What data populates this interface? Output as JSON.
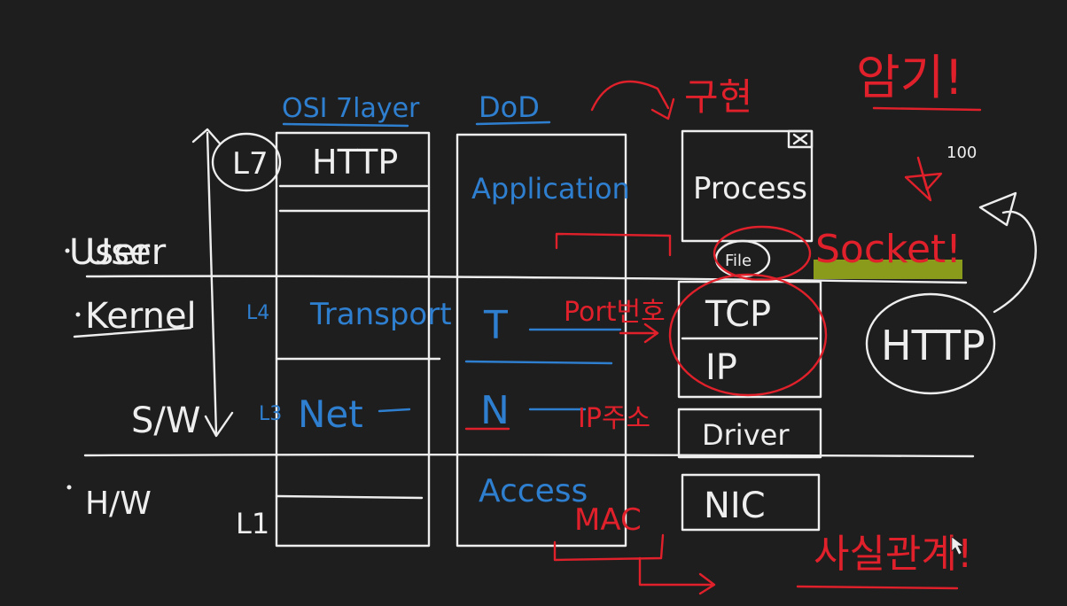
{
  "colors": {
    "background": "#1e1e1e",
    "chalk": "#eeeeee",
    "blue": "#2f7fd0",
    "red": "#e0202a",
    "highlight": "#8a9a1a"
  },
  "columns": {
    "osi": "OSI 7layer",
    "dod": "DoD"
  },
  "domains": {
    "user": "User",
    "kernel": "Kernel",
    "hw": "H/W",
    "sw": "S/W"
  },
  "osi_labels": {
    "l7": "L7",
    "l7_proto": "HTTP",
    "l4": "L4",
    "l4_name": "Transport",
    "l3": "L3",
    "l3_name": "Net",
    "l1": "L1"
  },
  "dod_labels": {
    "application": "Application",
    "transport": "T",
    "network": "N",
    "access": "Access"
  },
  "stack": {
    "process": "Process",
    "file": "File",
    "tcp": "TCP",
    "ip": "IP",
    "driver": "Driver",
    "nic": "NIC"
  },
  "annotations": {
    "korean_top": "구현",
    "memorize": "암기!",
    "score": "100",
    "socket": "Socket!",
    "http_bubble": "HTTP",
    "port": "Port번호",
    "ip_addr": "IP주소",
    "mac": "MAC",
    "korean_bottom": "사실관계!"
  },
  "icons": {
    "close": "close-icon",
    "star": "star-icon",
    "cursor": "mouse-cursor-icon"
  }
}
